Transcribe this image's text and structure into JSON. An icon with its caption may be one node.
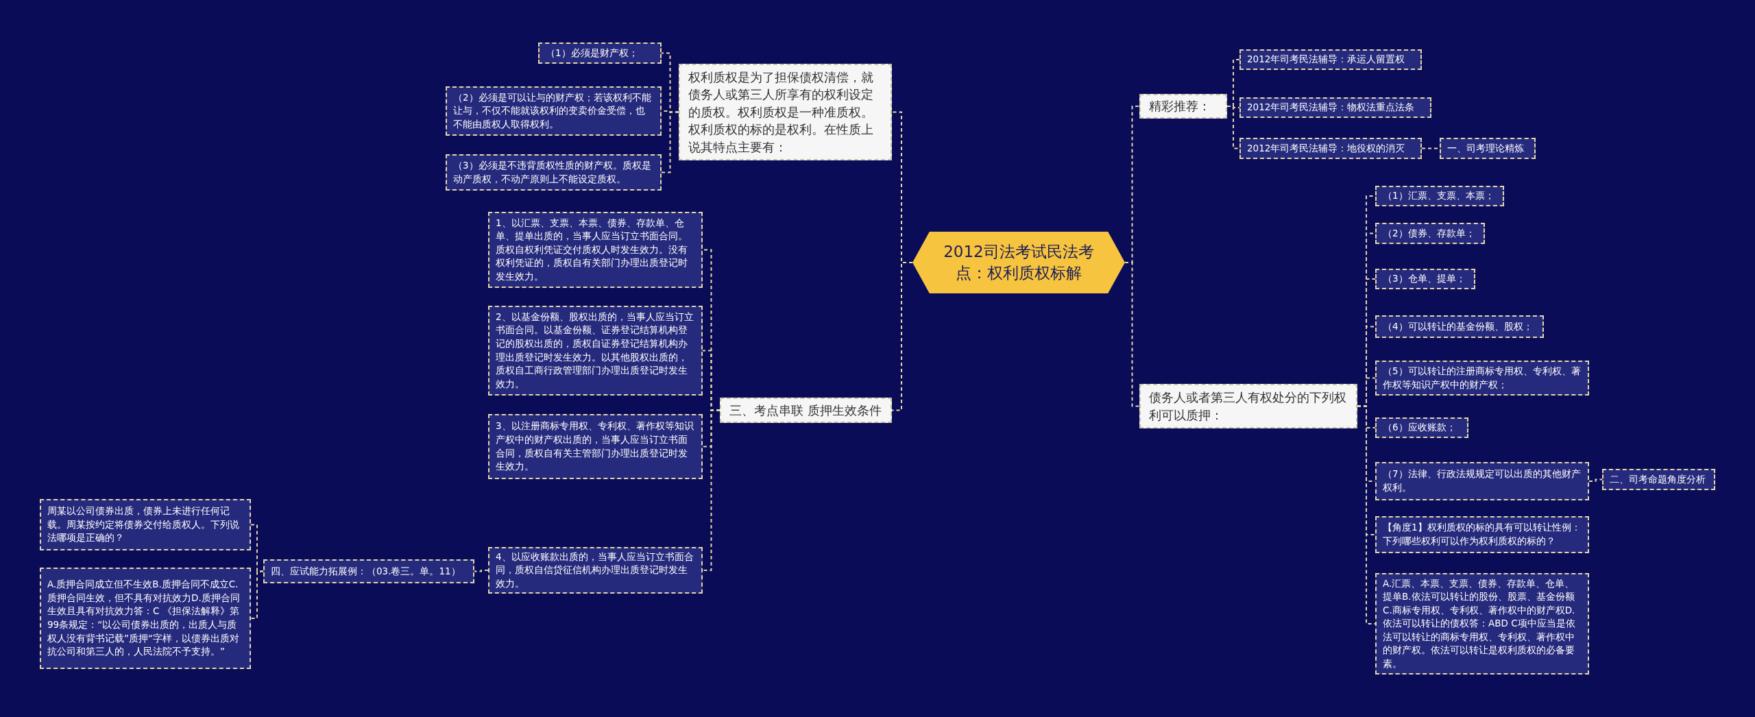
{
  "diagram": {
    "nodes": [
      {
        "text": [
          "2012司法考试民法考点：权利质权标解"
        ]
      },
      {
        "text": [
          "权利质权是为了担保债权清偿，就债务人或第三人所享有的权利设定的质权。权利质权是一种准质权。权利质权的标的是权利。在性质上说其特点主要有："
        ]
      },
      {
        "text": [
          "（1）必须是财产权；"
        ]
      },
      {
        "text": [
          "（2）必须是可以让与的财产权；若该权利不能让与，不仅不能就该权利的变卖价金受偿，也不能由质权人取得权利。"
        ]
      },
      {
        "text": [
          "（3）必须是不违背质权性质的财产权。质权是动产质权，不动产原则上不能设定质权。"
        ]
      },
      {
        "text": [
          "三、考点串联 质押生效条件"
        ]
      },
      {
        "text": [
          "1、以汇票、支票、本票、债券、存款单、仓单、提单出质的，当事人应当订立书面合同。质权自权利凭证交付质权人时发生效力。没有权利凭证的，质权自有关部门办理出质登记时发生效力。"
        ]
      },
      {
        "text": [
          "2、以基金份额、股权出质的，当事人应当订立书面合同。以基金份额、证券登记结算机构登记的股权出质的，质权自证券登记结算机构办理出质登记时发生效力。以其他股权出质的，质权自工商行政管理部门办理出质登记时发生效力。"
        ]
      },
      {
        "text": [
          "3、以注册商标专用权、专利权、著作权等知识产权中的财产权出质的，当事人应当订立书面合同，质权自有关主管部门办理出质登记时发生效力。"
        ]
      },
      {
        "text": [
          "4、以应收账款出质的，当事人应当订立书面合同，质权自信贷征信机构办理出质登记时发生效力。"
        ]
      },
      {
        "text": [
          "四、应试能力拓展例：（03.卷三。单。11）"
        ]
      },
      {
        "text": [
          "周某以公司债券出质，债券上未进行任何记载。周某按约定将债券交付给质权人。下列说法哪项是正确的？"
        ]
      },
      {
        "text": [
          "A.质押合同成立但不生效B.质押合同不成立C.质押合同生效，但不具有对抗效力D.质押合同生效且具有对抗效力答：C 《担保法解释》第99条规定：“以公司债券出质的，出质人与质权人没有背书记载”质押“字样，以债券出质对抗公司和第三人的，人民法院不予支持。”"
        ]
      },
      {
        "text": [
          "精彩推荐："
        ]
      },
      {
        "text": [
          "2012年司考民法辅导：承运人留置权"
        ]
      },
      {
        "text": [
          "2012年司考民法辅导：物权法重点法条"
        ]
      },
      {
        "text": [
          "2012年司考民法辅导：地役权的消灭"
        ]
      },
      {
        "text": [
          "一、司考理论精炼"
        ]
      },
      {
        "text": [
          "债务人或者第三人有权处分的下列权利可以质押："
        ]
      },
      {
        "text": [
          "（1）汇票、支票、本票；"
        ]
      },
      {
        "text": [
          "（2）债券、存款单；"
        ]
      },
      {
        "text": [
          "（3）仓单、提单；"
        ]
      },
      {
        "text": [
          "（4）可以转让的基金份额、股权；"
        ]
      },
      {
        "text": [
          "（5）可以转让的注册商标专用权、专利权、著作权等知识产权中的财产权；"
        ]
      },
      {
        "text": [
          "（6）应收账款；"
        ]
      },
      {
        "text": [
          "（7）法律、行政法规规定可以出质的其他财产权利。"
        ]
      },
      {
        "text": [
          "二、司考命题角度分析"
        ]
      },
      {
        "text": [
          "【角度1】权利质权的标的具有可以转让性例：下列哪些权利可以作为权利质权的标的？"
        ]
      },
      {
        "text": [
          "A.汇票、本票、支票、债券、存款单、仓单、提单B.依法可以转让的股份、股票、基金份额C.商标专用权、专利权、著作权中的财产权D.依法可以转让的债权答：ABD C项中应当是依法可以转让的商标专用权、专利权、著作权中的财产权。依法可以转让是权利质权的必备要素。"
        ]
      }
    ],
    "edges": [
      {
        "from": 0,
        "to": 1,
        "arrow": "none"
      },
      {
        "from": 1,
        "to": 2,
        "arrow": "none"
      },
      {
        "from": 1,
        "to": 3,
        "arrow": "none"
      },
      {
        "from": 1,
        "to": 4,
        "arrow": "none"
      },
      {
        "from": 0,
        "to": 5,
        "arrow": "none"
      },
      {
        "from": 5,
        "to": 6,
        "arrow": "none"
      },
      {
        "from": 5,
        "to": 7,
        "arrow": "none"
      },
      {
        "from": 5,
        "to": 8,
        "arrow": "none"
      },
      {
        "from": 5,
        "to": 9,
        "arrow": "none"
      },
      {
        "from": 9,
        "to": 10,
        "arrow": "none"
      },
      {
        "from": 10,
        "to": 11,
        "arrow": "none"
      },
      {
        "from": 10,
        "to": 12,
        "arrow": "none"
      },
      {
        "from": 0,
        "to": 13,
        "arrow": "none"
      },
      {
        "from": 13,
        "to": 14,
        "arrow": "none"
      },
      {
        "from": 13,
        "to": 15,
        "arrow": "none"
      },
      {
        "from": 13,
        "to": 16,
        "arrow": "none"
      },
      {
        "from": 16,
        "to": 17,
        "arrow": "none"
      },
      {
        "from": 0,
        "to": 18,
        "arrow": "none"
      },
      {
        "from": 18,
        "to": 19,
        "arrow": "none"
      },
      {
        "from": 18,
        "to": 20,
        "arrow": "none"
      },
      {
        "from": 18,
        "to": 21,
        "arrow": "none"
      },
      {
        "from": 18,
        "to": 22,
        "arrow": "none"
      },
      {
        "from": 18,
        "to": 23,
        "arrow": "none"
      },
      {
        "from": 18,
        "to": 24,
        "arrow": "none"
      },
      {
        "from": 18,
        "to": 25,
        "arrow": "none"
      },
      {
        "from": 25,
        "to": 26,
        "arrow": "none"
      },
      {
        "from": 18,
        "to": 27,
        "arrow": "none"
      },
      {
        "from": 18,
        "to": 28,
        "arrow": "none"
      }
    ]
  }
}
